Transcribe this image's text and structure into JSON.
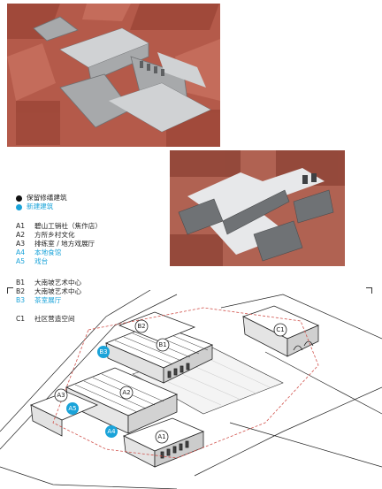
{
  "legend": {
    "keep": {
      "label": "保留修缮建筑",
      "color": "#111111"
    },
    "new": {
      "label": "新建建筑",
      "color": "#1aa3d9"
    }
  },
  "groups": [
    [
      {
        "code": "A1",
        "name": "碧山工销社（焦作店）",
        "type": "keep"
      },
      {
        "code": "A2",
        "name": "方所乡村文化",
        "type": "keep"
      },
      {
        "code": "A3",
        "name": "排练室 / 地方戏展厅",
        "type": "keep"
      },
      {
        "code": "A4",
        "name": "本地食馆",
        "type": "new"
      },
      {
        "code": "A5",
        "name": "戏台",
        "type": "new"
      }
    ],
    [
      {
        "code": "B1",
        "name": "大南坡艺术中心",
        "type": "keep"
      },
      {
        "code": "B2",
        "name": "大南坡艺术中心",
        "type": "keep"
      },
      {
        "code": "B3",
        "name": "茶室展厅",
        "type": "new"
      }
    ],
    [
      {
        "code": "C1",
        "name": "社区营造空间",
        "type": "keep"
      }
    ]
  ],
  "badges": {
    "A1": "A1",
    "A2": "A2",
    "A3": "A3",
    "A4": "A4",
    "A5": "A5",
    "B1": "B1",
    "B2": "B2",
    "B3": "B3",
    "C1": "C1"
  }
}
